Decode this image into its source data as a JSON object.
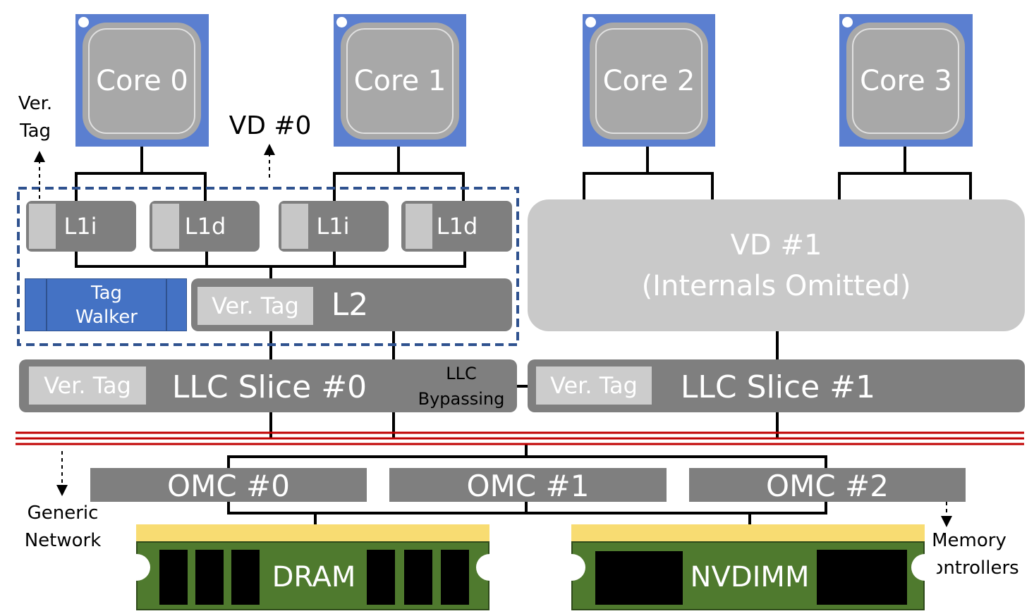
{
  "cores": [
    {
      "label": "Core 0"
    },
    {
      "label": "Core 1"
    },
    {
      "label": "Core 2"
    },
    {
      "label": "Core 3"
    }
  ],
  "vd0": {
    "label": "VD #0",
    "l1_caches": [
      {
        "label": "L1i"
      },
      {
        "label": "L1d"
      },
      {
        "label": "L1i"
      },
      {
        "label": "L1d"
      }
    ],
    "tag_walker": "Tag\nWalker",
    "l2": {
      "tag_label": "Ver. Tag",
      "label": "L2"
    }
  },
  "vd1": {
    "label": "VD #1\n(Internals Omitted)"
  },
  "llc": [
    {
      "tag_label": "Ver. Tag",
      "label": "LLC Slice #0"
    },
    {
      "tag_label": "Ver. Tag",
      "label": "LLC Slice #1"
    }
  ],
  "llc_bypass_label": "LLC\nBypassing",
  "omcs": [
    {
      "label": "OMC #0"
    },
    {
      "label": "OMC #1"
    },
    {
      "label": "OMC #2"
    }
  ],
  "memory": [
    {
      "label": "DRAM"
    },
    {
      "label": "NVDIMM"
    }
  ],
  "annotations": {
    "ver_tag": "Ver.\nTag",
    "generic_network": "Generic\nNetwork",
    "memory_controllers": "Memory\nControllers"
  },
  "colors": {
    "core_frame": "#5b7fd0",
    "cache_gray": "#7f7f7f",
    "vd_boundary": "#2f528f",
    "network": "#c00000",
    "dimm_board": "#4f7a2e",
    "dimm_edge": "#f8dc72"
  }
}
